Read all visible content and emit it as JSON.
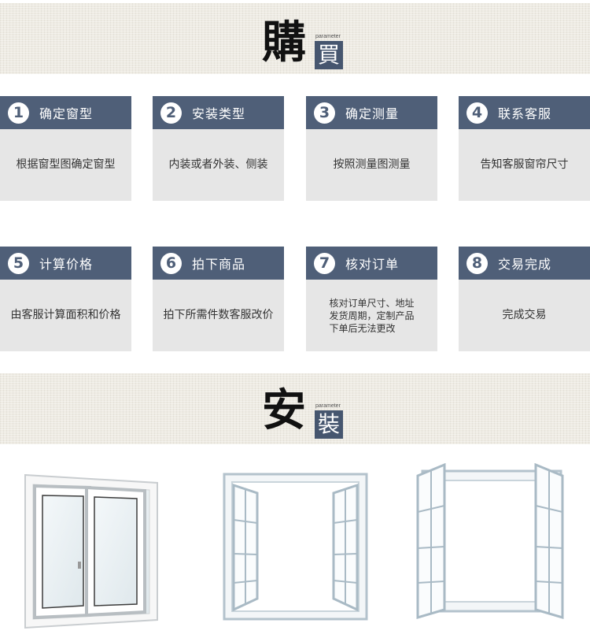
{
  "sections": [
    {
      "title_char": "購",
      "badge_char": "買",
      "subtitle": "parameter"
    },
    {
      "title_char": "安",
      "badge_char": "裝",
      "subtitle": "parameter"
    }
  ],
  "steps": [
    {
      "num": "1",
      "title": "确定窗型",
      "desc": "根据窗型图确定窗型"
    },
    {
      "num": "2",
      "title": "安装类型",
      "desc": "内装或者外装、侧装"
    },
    {
      "num": "3",
      "title": "确定测量",
      "desc": "按照测量图测量"
    },
    {
      "num": "4",
      "title": "联系客服",
      "desc": "告知客服窗帘尺寸"
    },
    {
      "num": "5",
      "title": "计算价格",
      "desc": "由客服计算面积和价格"
    },
    {
      "num": "6",
      "title": "拍下商品",
      "desc": "拍下所需件数客服改价"
    },
    {
      "num": "7",
      "title": "核对订单",
      "desc_lines": [
        "核对订单尺寸、地址",
        "发货周期，定制产品",
        "下单后无法更改"
      ]
    },
    {
      "num": "8",
      "title": "交易完成",
      "desc": "完成交易"
    }
  ],
  "colors": {
    "header": "#4f5f78",
    "card_bg": "#e6e6e6",
    "badge": "#46566f"
  },
  "images": [
    "sliding-window",
    "inward-casement-window",
    "outward-casement-window"
  ]
}
